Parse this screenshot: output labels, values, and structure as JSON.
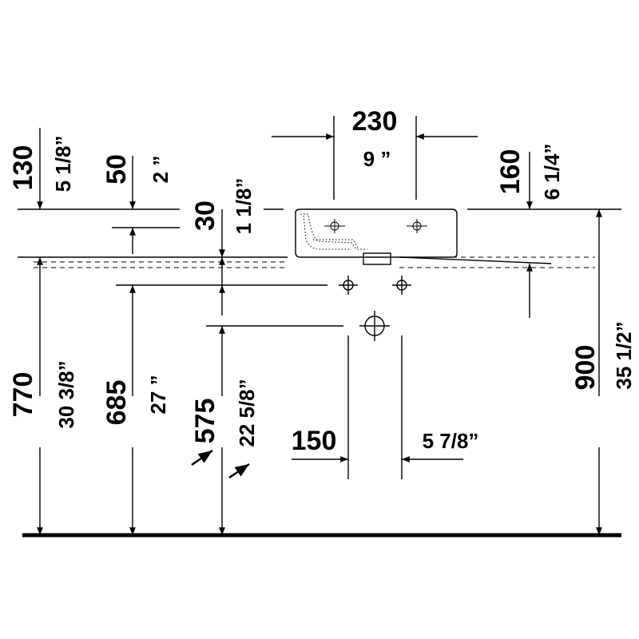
{
  "dimensions": {
    "basin_width": {
      "mm": "230",
      "inch": "9 ”"
    },
    "top_offset_left": {
      "mm": "130",
      "inch": "5 1/8”"
    },
    "top_offset_mid": {
      "mm": "50",
      "inch": "2 ”"
    },
    "rim_thickness": {
      "mm": "30",
      "inch": "1 1/8”"
    },
    "depth_right": {
      "mm": "160",
      "inch": "6 1/4”"
    },
    "height_770": {
      "mm": "770",
      "inch": "30 3/8”"
    },
    "height_685": {
      "mm": "685",
      "inch": "27 ”"
    },
    "height_575": {
      "mm": "575",
      "inch": "22 5/8”"
    },
    "height_900": {
      "mm": "900",
      "inch": "35 1/2”"
    },
    "drain_half_width": {
      "mm": "150",
      "inch": "5 7/8”"
    }
  }
}
